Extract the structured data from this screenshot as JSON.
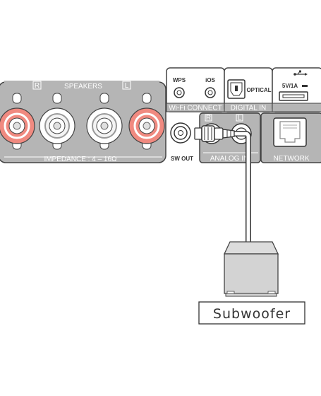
{
  "panel": {
    "speakers": {
      "title": "SPEAKERS",
      "channel_right": "R",
      "channel_left": "L",
      "impedance": "IMPEDANCE : 4 – 16Ω"
    },
    "wifi": {
      "wps_label": "WPS",
      "ios_label": "iOS",
      "section_label": "Wi-Fi CONNECT"
    },
    "digital": {
      "optical_label": "OPTICAL",
      "section_label": "DIGITAL IN"
    },
    "usb": {
      "power_label": "5V/1A"
    },
    "subwoofer_out": {
      "label": "SW OUT"
    },
    "analog": {
      "section_label": "ANALOG IN",
      "jack_r": "R",
      "jack_l": "L"
    },
    "network": {
      "section_label": "NETWORK"
    }
  },
  "subwoofer": {
    "caption": "Subwoofer"
  },
  "colors": {
    "panel_gray": "#b5b5b5",
    "post_red": "#f08a80",
    "outline": "#333333",
    "cable": "#ffffff"
  }
}
